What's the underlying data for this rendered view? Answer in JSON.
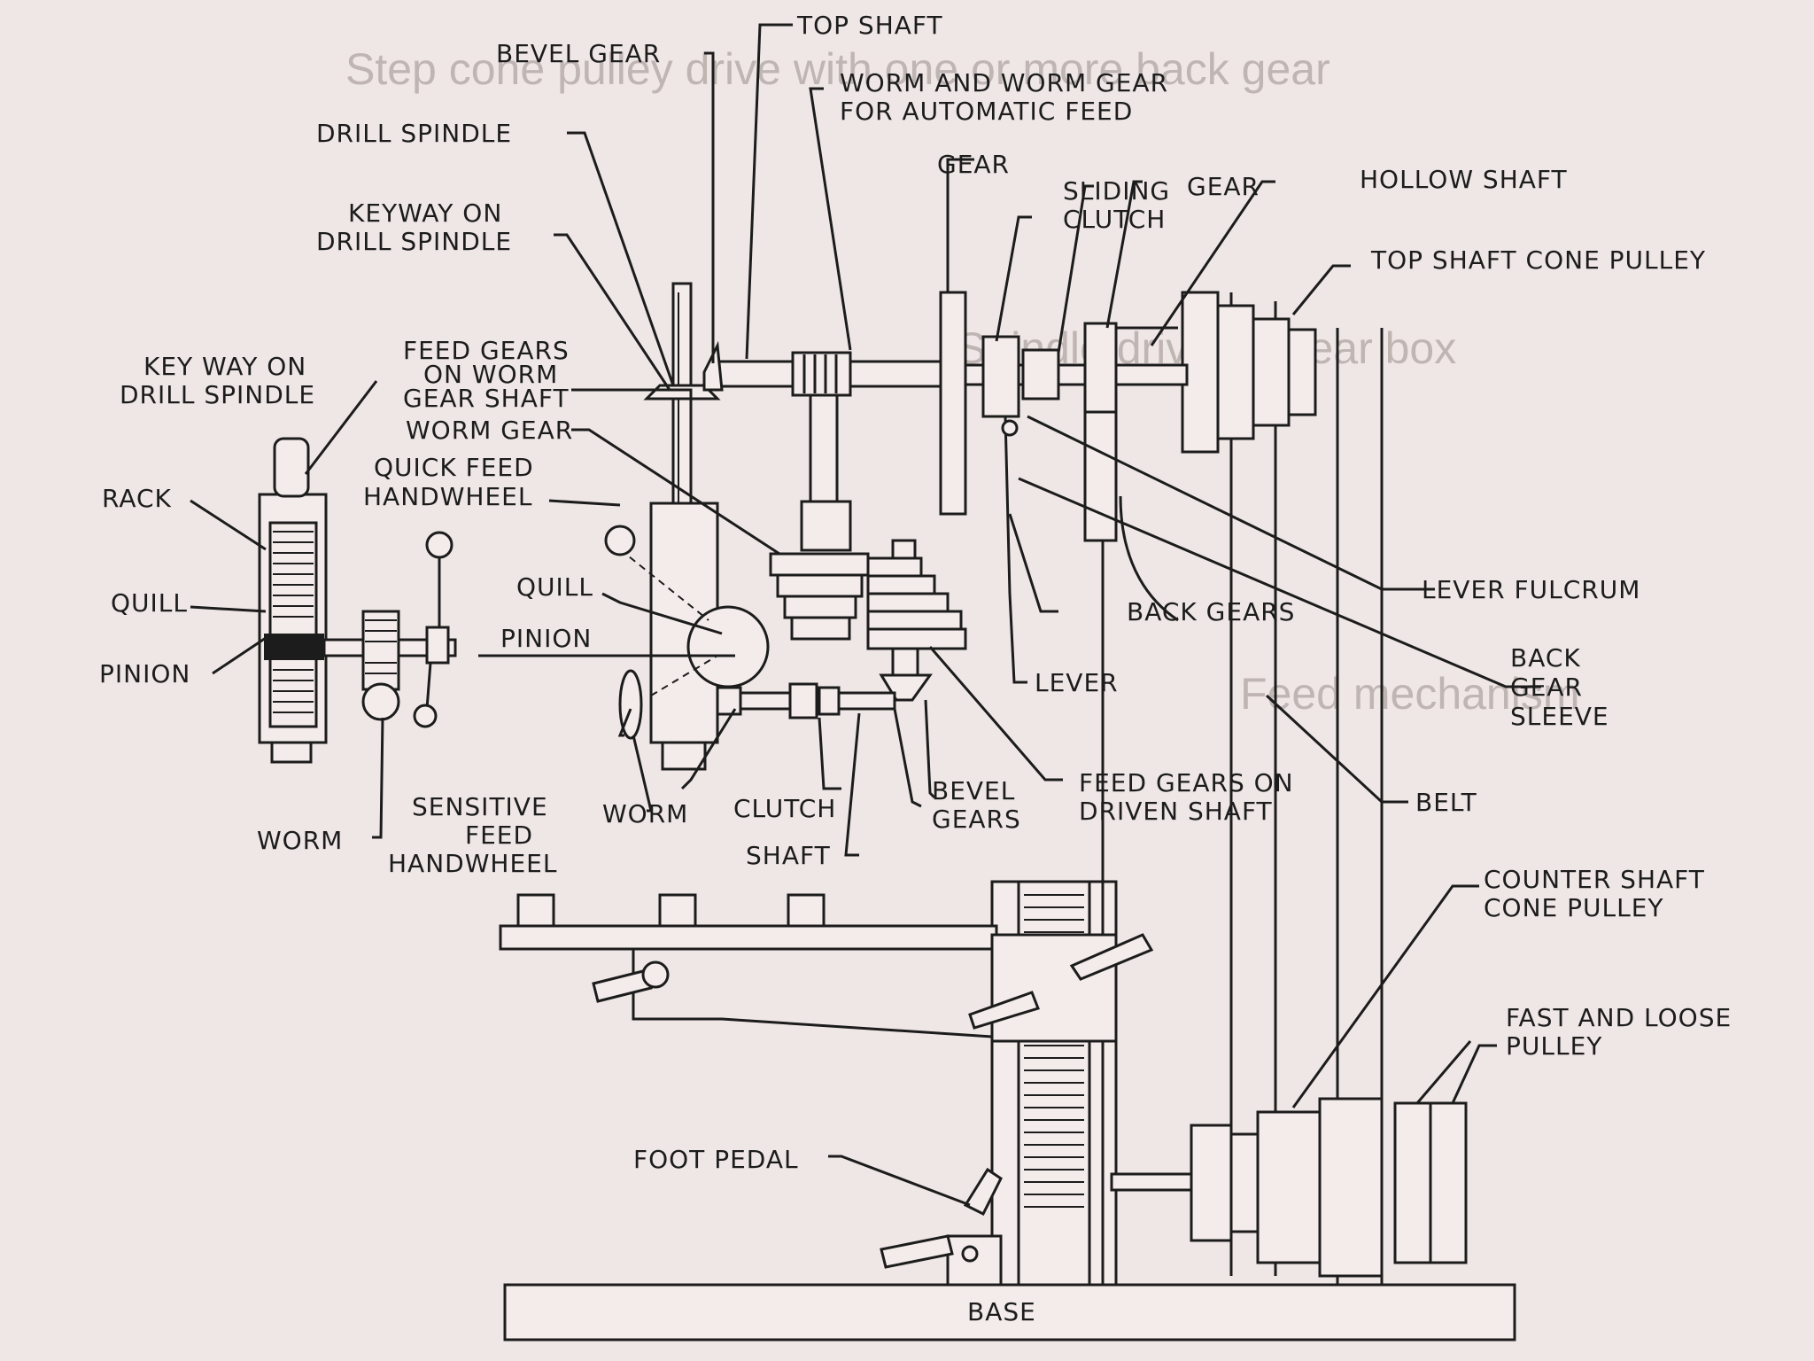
{
  "background_text": {
    "headings": [
      "Step cone pulley drive with one or more back gear",
      "Spindle drive by gear box",
      "Feed mechanism"
    ]
  },
  "diagram": {
    "labels": {
      "bevel_gear_top": "BEVEL GEAR",
      "top_shaft": "TOP SHAFT",
      "worm_worm_gear_1": "WORM AND WORM GEAR",
      "worm_worm_gear_2": "FOR AUTOMATIC FEED",
      "drill_spindle": "DRILL SPINDLE",
      "gear": "GEAR",
      "sliding_1": "SLIDING",
      "sliding_2": "CLUTCH",
      "gear_right": "GEAR",
      "hollow_shaft": "HOLLOW SHAFT",
      "keyway_1": "KEYWAY ON",
      "keyway_2": "DRILL SPINDLE",
      "top_shaft_cone": "TOP SHAFT CONE PULLEY",
      "feed_gears_1": "FEED GEARS",
      "feed_gears_2": "ON WORM",
      "feed_gears_3": "GEAR SHAFT",
      "key_way_1": "KEY WAY ON",
      "key_way_2": "DRILL SPINDLE",
      "worm_gear": "WORM GEAR",
      "quick_feed_1": "QUICK FEED",
      "quick_feed_2": "HANDWHEEL",
      "rack": "RACK",
      "quill_left": "QUILL",
      "quill_center": "QUILL",
      "pinion_center": "PINION",
      "pinion_left": "PINION",
      "back_gears": "BACK GEARS",
      "lever_fulcrum": "LEVER FULCRUM",
      "lever": "LEVER",
      "back_gear_sleeve_1": "BACK",
      "back_gear_sleeve_2": "GEAR",
      "back_gear_sleeve_3": "SLEEVE",
      "feed_driven_1": "FEED GEARS ON",
      "feed_driven_2": "DRIVEN SHAFT",
      "sensitive_1": "SENSITIVE",
      "sensitive_2": "FEED",
      "sensitive_3": "HANDWHEEL",
      "worm_center": "WORM",
      "clutch": "CLUTCH",
      "bevel_gears_1": "BEVEL",
      "bevel_gears_2": "GEARS",
      "belt": "BELT",
      "worm_left": "WORM",
      "shaft": "SHAFT",
      "counter_1": "COUNTER SHAFT",
      "counter_2": "CONE PULLEY",
      "fast_loose_1": "FAST AND LOOSE",
      "fast_loose_2": "PULLEY",
      "foot_pedal": "FOOT PEDAL",
      "base": "BASE"
    }
  }
}
